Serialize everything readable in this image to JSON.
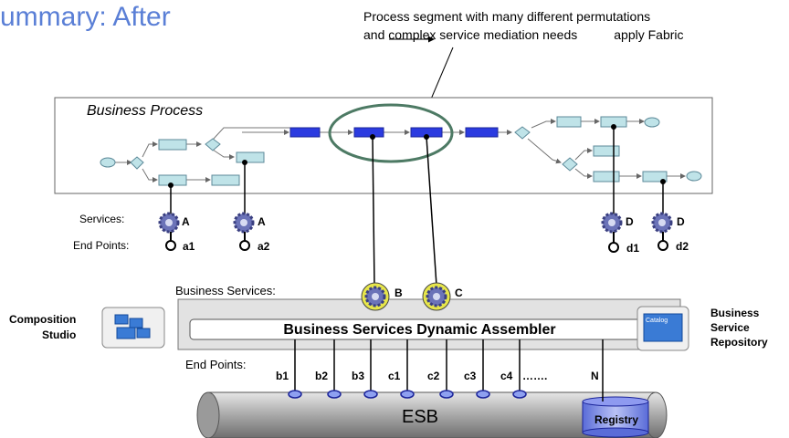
{
  "title": "ummary: After",
  "annotation": {
    "line1": "Process segment with many different permutations",
    "line2": "and complex service mediation needs",
    "line2_tail": "apply Fabric"
  },
  "process": {
    "label": "Business  Process"
  },
  "services": {
    "label": "Services:",
    "endpoints_label": "End Points:",
    "items": [
      {
        "letter": "A",
        "endpoint": "a1"
      },
      {
        "letter": "A",
        "endpoint": "a2"
      },
      {
        "letter": "D",
        "endpoint": "d1"
      },
      {
        "letter": "D",
        "endpoint": "d2"
      }
    ]
  },
  "business_services": {
    "label": "Business Services:",
    "items": [
      "B",
      "C"
    ]
  },
  "assembler": {
    "label": "Business Services Dynamic Assembler"
  },
  "composition": {
    "line1": "Composition",
    "line2": "Studio"
  },
  "repository": {
    "line1": "Business",
    "line2": "Service",
    "line3": "Repository",
    "icon_text": "Catalog"
  },
  "esb": {
    "endpoints_label": "End Points:",
    "endpoints": [
      "b1",
      "b2",
      "b3",
      "c1",
      "c2",
      "c3",
      "c4",
      "…….",
      "N"
    ],
    "label": "ESB",
    "registry": "Registry"
  }
}
